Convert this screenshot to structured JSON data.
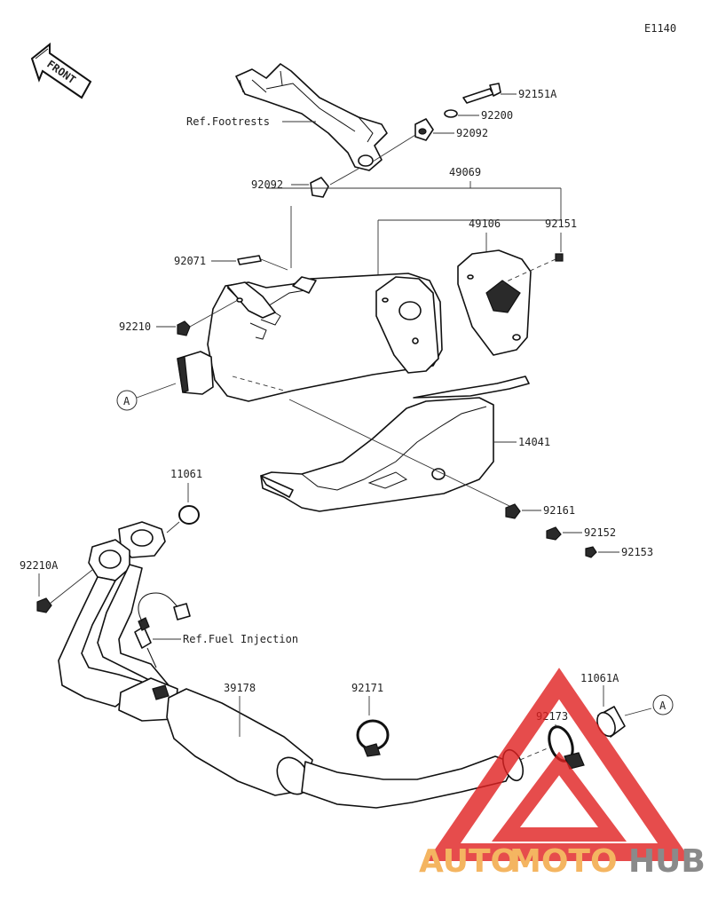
{
  "diagram_code": "E1140",
  "front_label": "FRONT",
  "references": {
    "footrests": "Ref.Footrests",
    "fuel_injection": "Ref.Fuel Injection"
  },
  "part_numbers": {
    "p92151A": "92151A",
    "p92200": "92200",
    "p92092_top": "92092",
    "p92092_left": "92092",
    "p49069": "49069",
    "p49106": "49106",
    "p92151": "92151",
    "p92071": "92071",
    "p92210": "92210",
    "p14041": "14041",
    "p11061": "11061",
    "p92161": "92161",
    "p92152": "92152",
    "p92153": "92153",
    "p92210A": "92210A",
    "p39178": "39178",
    "p92171": "92171",
    "p92173": "92173",
    "p11061A": "11061A"
  },
  "connector_label": "A",
  "watermark": {
    "word_auto": "AUTO",
    "word_moto": "MOTO",
    "word_hub": "HUB",
    "colors": {
      "auto": "#f2a33a",
      "hub": "#6d6d6d",
      "triangle": "#e02020"
    }
  }
}
